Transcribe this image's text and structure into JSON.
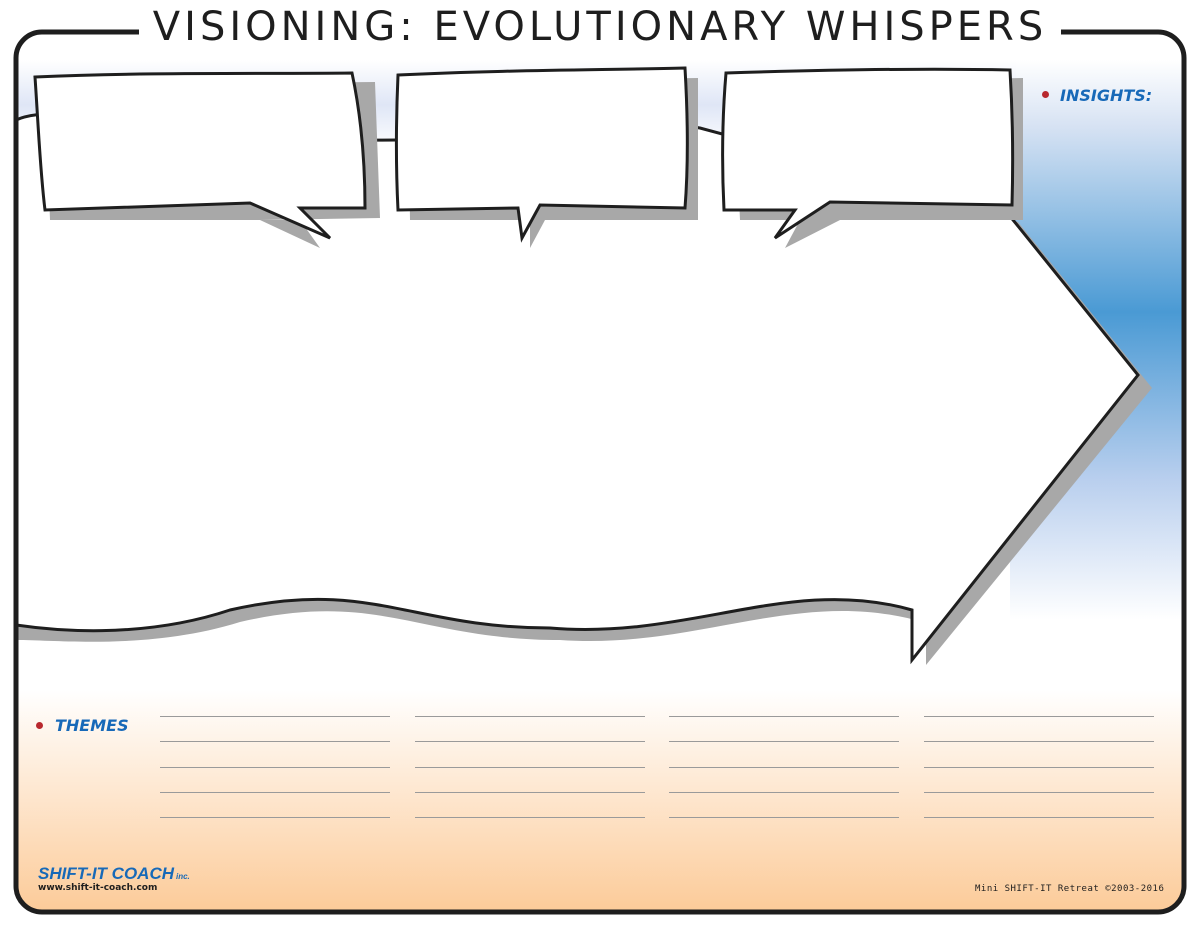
{
  "title": "VISIONING: EVOLUTIONARY WHISPERS",
  "insights_label": "INSIGHTS:",
  "themes_label": "THEMES",
  "logo": {
    "name": "SHIFT-IT COACH",
    "suffix": "inc.",
    "url": "www.shift-it-coach.com"
  },
  "copyright": "Mini SHIFT-IT Retreat ©2003-2016",
  "colors": {
    "accent_blue": "#1769b8",
    "bullet_red": "#b8282e",
    "orange": "#fcc995",
    "blue": "#4a9ad4"
  },
  "themes_lines": {
    "columns": 4,
    "rows": 5
  }
}
